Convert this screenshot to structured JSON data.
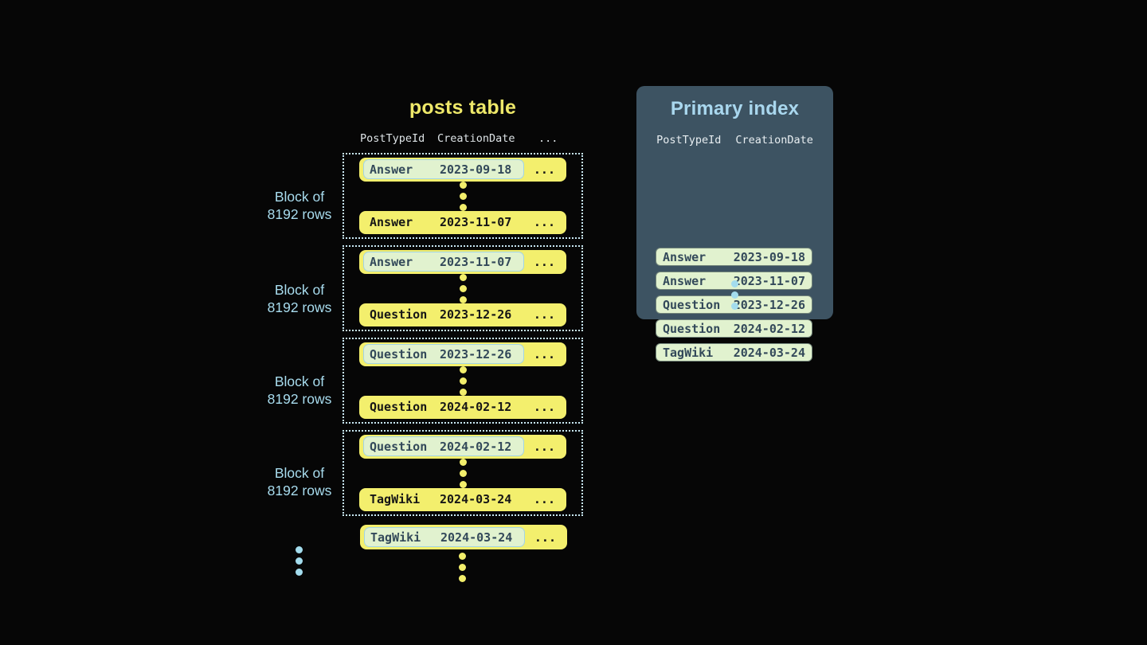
{
  "colors": {
    "background": "#060606",
    "row_yellow": "#f3ef6d",
    "highlight_pill_green": "#e1f2cf",
    "highlight_pill_border_blue": "#a2d4e6",
    "block_border_blue": "#c9e8f4",
    "index_panel_slate": "#3d5362",
    "title_yellow": "#eee869",
    "title_blue": "#a9d7ee",
    "label_blue": "#a8dcee"
  },
  "posts_table": {
    "title": "posts table",
    "columns": {
      "col1": "PostTypeId",
      "col2": "CreationDate"
    },
    "ellipsis": "...",
    "block_label": {
      "line1": "Block of",
      "line2": "8192 rows"
    },
    "blocks": [
      {
        "first": {
          "type": "Answer",
          "date": "2023-09-18"
        },
        "last": {
          "type": "Answer",
          "date": "2023-11-07"
        }
      },
      {
        "first": {
          "type": "Answer",
          "date": "2023-11-07"
        },
        "last": {
          "type": "Question",
          "date": "2023-12-26"
        }
      },
      {
        "first": {
          "type": "Question",
          "date": "2023-12-26"
        },
        "last": {
          "type": "Question",
          "date": "2024-02-12"
        }
      },
      {
        "first": {
          "type": "Question",
          "date": "2024-02-12"
        },
        "last": {
          "type": "TagWiki",
          "date": "2024-03-24"
        }
      }
    ],
    "overflow_row": {
      "type": "TagWiki",
      "date": "2024-03-24"
    }
  },
  "primary_index": {
    "title": "Primary index",
    "columns": {
      "col1": "PostTypeId",
      "col2": "CreationDate"
    },
    "rows": [
      {
        "type": "Answer",
        "date": "2023-09-18"
      },
      {
        "type": "Answer",
        "date": "2023-11-07"
      },
      {
        "type": "Question",
        "date": "2023-12-26"
      },
      {
        "type": "Question",
        "date": "2024-02-12"
      },
      {
        "type": "TagWiki",
        "date": "2024-03-24"
      }
    ]
  }
}
